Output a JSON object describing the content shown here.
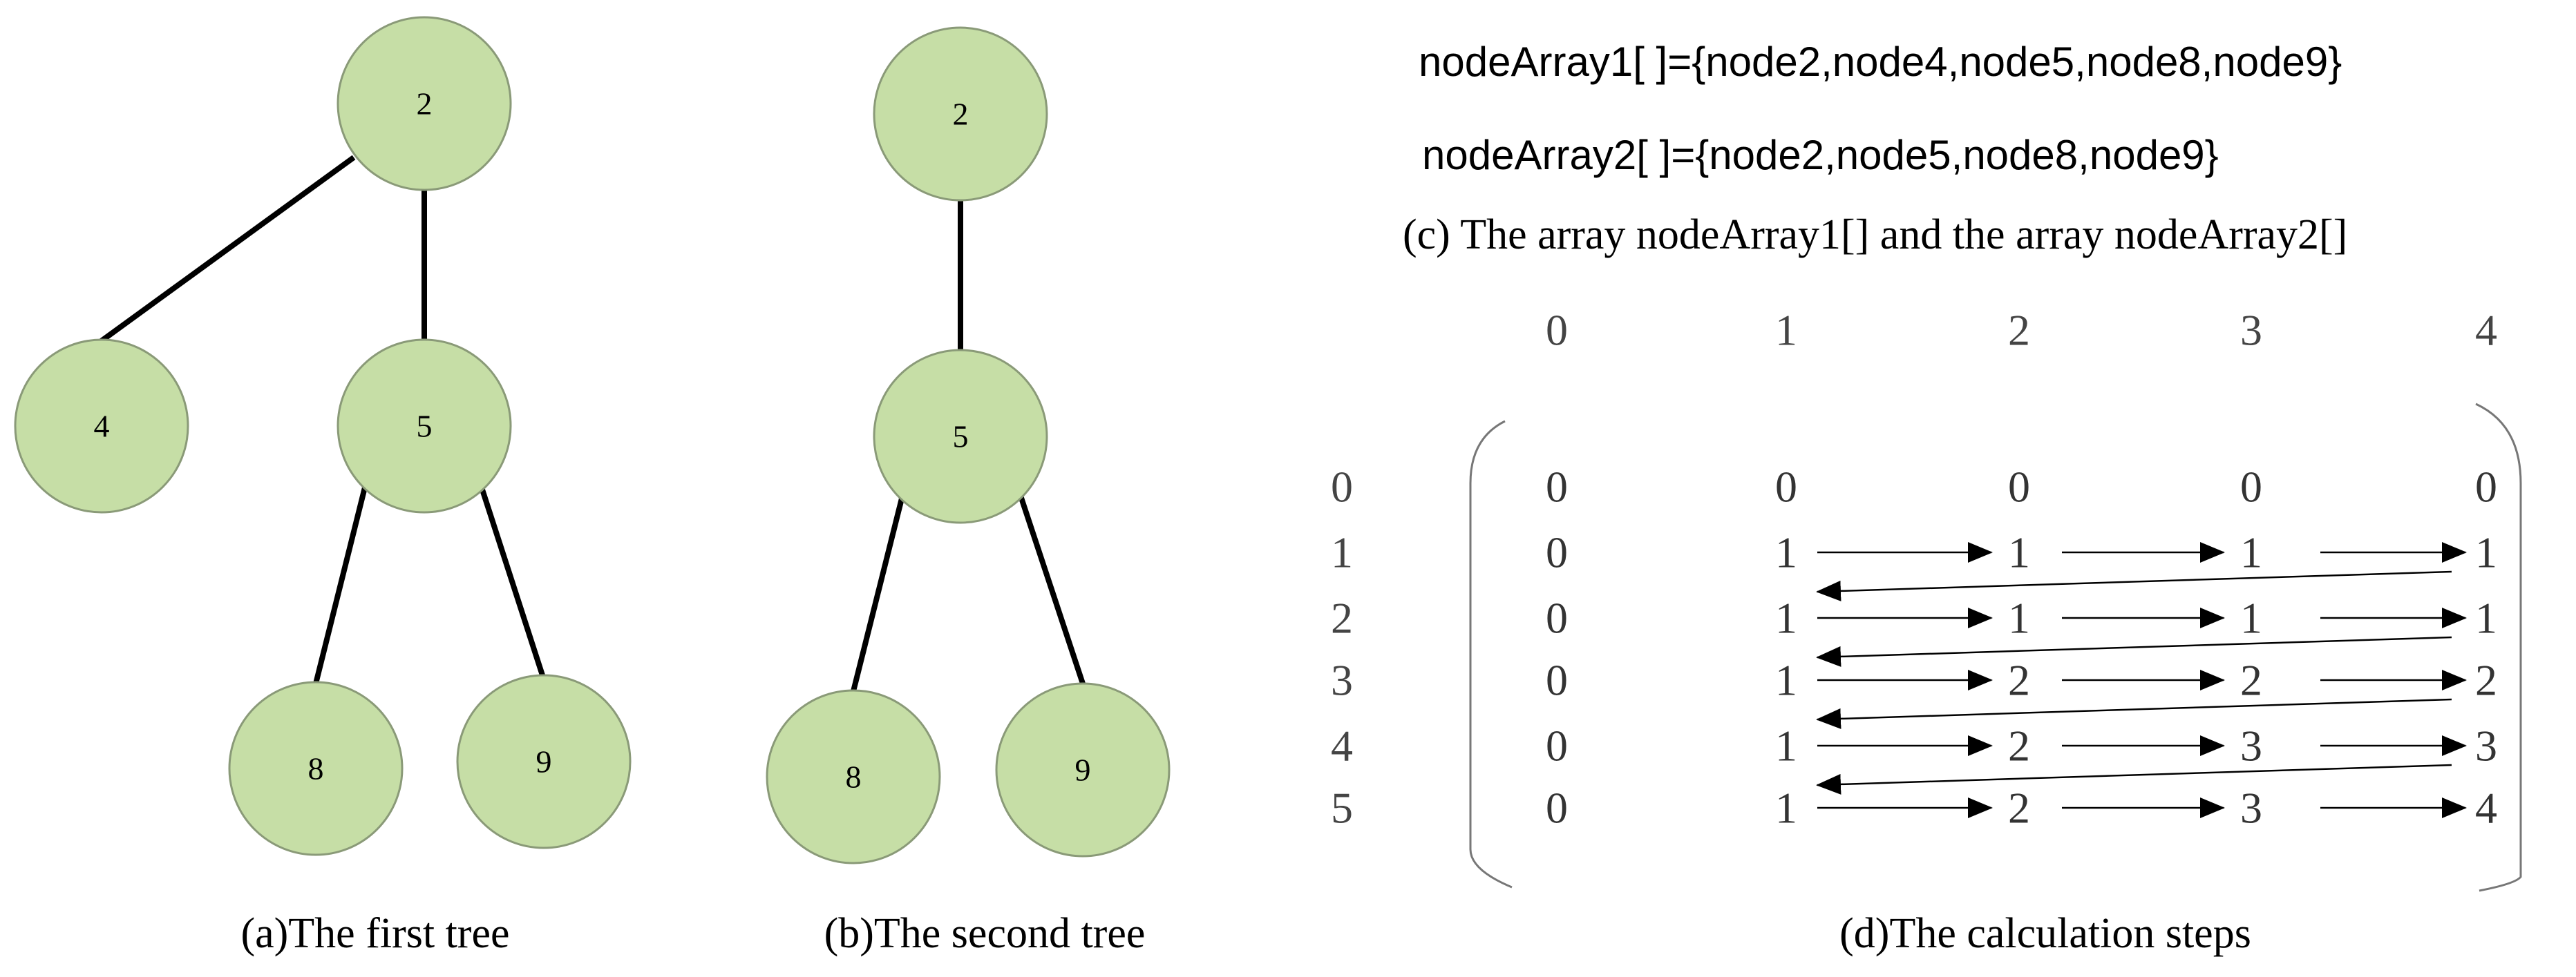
{
  "colors": {
    "node_fill": "#c6dea6",
    "node_stroke": "#8a9a78",
    "edge": "#000000",
    "bracket": "#777777"
  },
  "tree1": {
    "caption": "(a)The first tree",
    "nodes": [
      "2",
      "4",
      "5",
      "8",
      "9"
    ],
    "edges": [
      [
        "2",
        "4"
      ],
      [
        "2",
        "5"
      ],
      [
        "5",
        "8"
      ],
      [
        "5",
        "9"
      ]
    ]
  },
  "tree2": {
    "caption": "(b)The second tree",
    "nodes": [
      "2",
      "5",
      "8",
      "9"
    ],
    "edges": [
      [
        "2",
        "5"
      ],
      [
        "5",
        "8"
      ],
      [
        "5",
        "9"
      ]
    ]
  },
  "arrays": {
    "array1": "nodeArray1[ ]={node2,node4,node5,node8,node9}",
    "array2": "nodeArray2[ ]={node2,node5,node8,node9}",
    "caption": "(c) The array nodeArray1[]  and the array nodeArray2[]"
  },
  "matrix": {
    "caption": "(d)The calculation steps",
    "col_indices": [
      "0",
      "1",
      "2",
      "3",
      "4"
    ],
    "row_indices": [
      "0",
      "1",
      "2",
      "3",
      "4",
      "5"
    ],
    "rows": [
      [
        "0",
        "0",
        "0",
        "0",
        "0"
      ],
      [
        "0",
        "1",
        "1",
        "1",
        "1"
      ],
      [
        "0",
        "1",
        "1",
        "1",
        "1"
      ],
      [
        "0",
        "1",
        "2",
        "2",
        "2"
      ],
      [
        "0",
        "1",
        "2",
        "3",
        "3"
      ],
      [
        "0",
        "1",
        "2",
        "3",
        "4"
      ]
    ]
  }
}
